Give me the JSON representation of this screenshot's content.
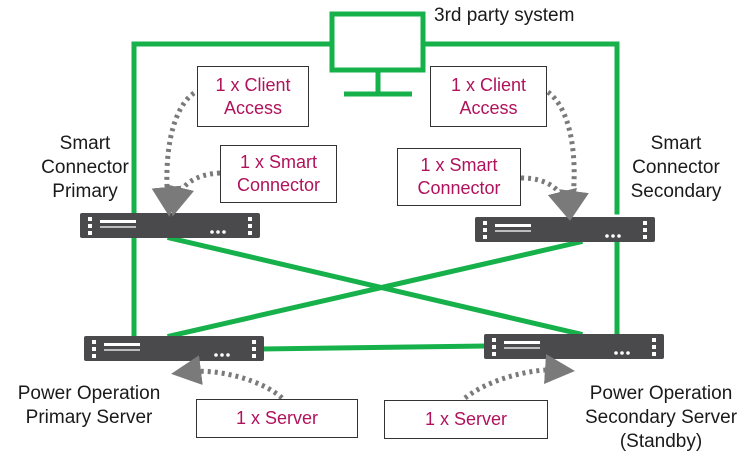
{
  "colors": {
    "link": "#16b14a",
    "device": "#4a4a4c",
    "arrow": "#7a7a7a",
    "license_text": "#b0125b",
    "text": "#1a1a1a"
  },
  "third_party": {
    "label": "3rd party system",
    "icon": "monitor-icon"
  },
  "smart_connector_primary": {
    "label_lines": [
      "Smart",
      "Connector",
      "Primary"
    ],
    "icon": "server-rack-icon"
  },
  "smart_connector_secondary": {
    "label_lines": [
      "Smart",
      "Connector",
      "Secondary"
    ],
    "icon": "server-rack-icon"
  },
  "po_primary": {
    "label_lines": [
      "Power Operation",
      "Primary Server"
    ],
    "icon": "server-rack-icon"
  },
  "po_secondary": {
    "label_lines": [
      "Power Operation",
      "Secondary Server",
      "(Standby)"
    ],
    "icon": "server-rack-icon"
  },
  "licenses": {
    "client_access_left": [
      "1 x Client",
      "Access"
    ],
    "client_access_right": [
      "1 x Client",
      "Access"
    ],
    "smart_connector_left": [
      "1 x Smart",
      "Connector"
    ],
    "smart_connector_right": [
      "1 x Smart",
      "Connector"
    ],
    "server_left": [
      "1 x Server"
    ],
    "server_right": [
      "1 x Server"
    ]
  }
}
